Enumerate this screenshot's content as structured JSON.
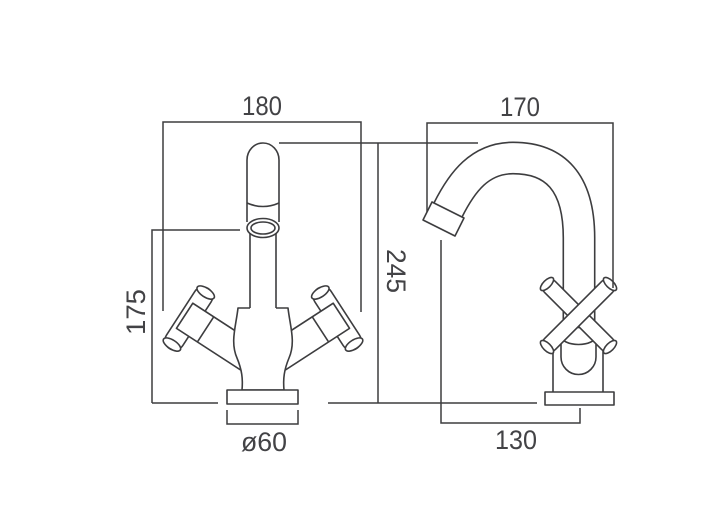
{
  "drawing": {
    "dimensions": {
      "front_width": "180",
      "side_width": "170",
      "overall_height": "245",
      "spout_outlet_height": "175",
      "base_diameter": "ø60",
      "spout_reach": "130"
    },
    "colors": {
      "line": "#3d3d3f",
      "text": "#434346",
      "background": "#ffffff"
    }
  }
}
